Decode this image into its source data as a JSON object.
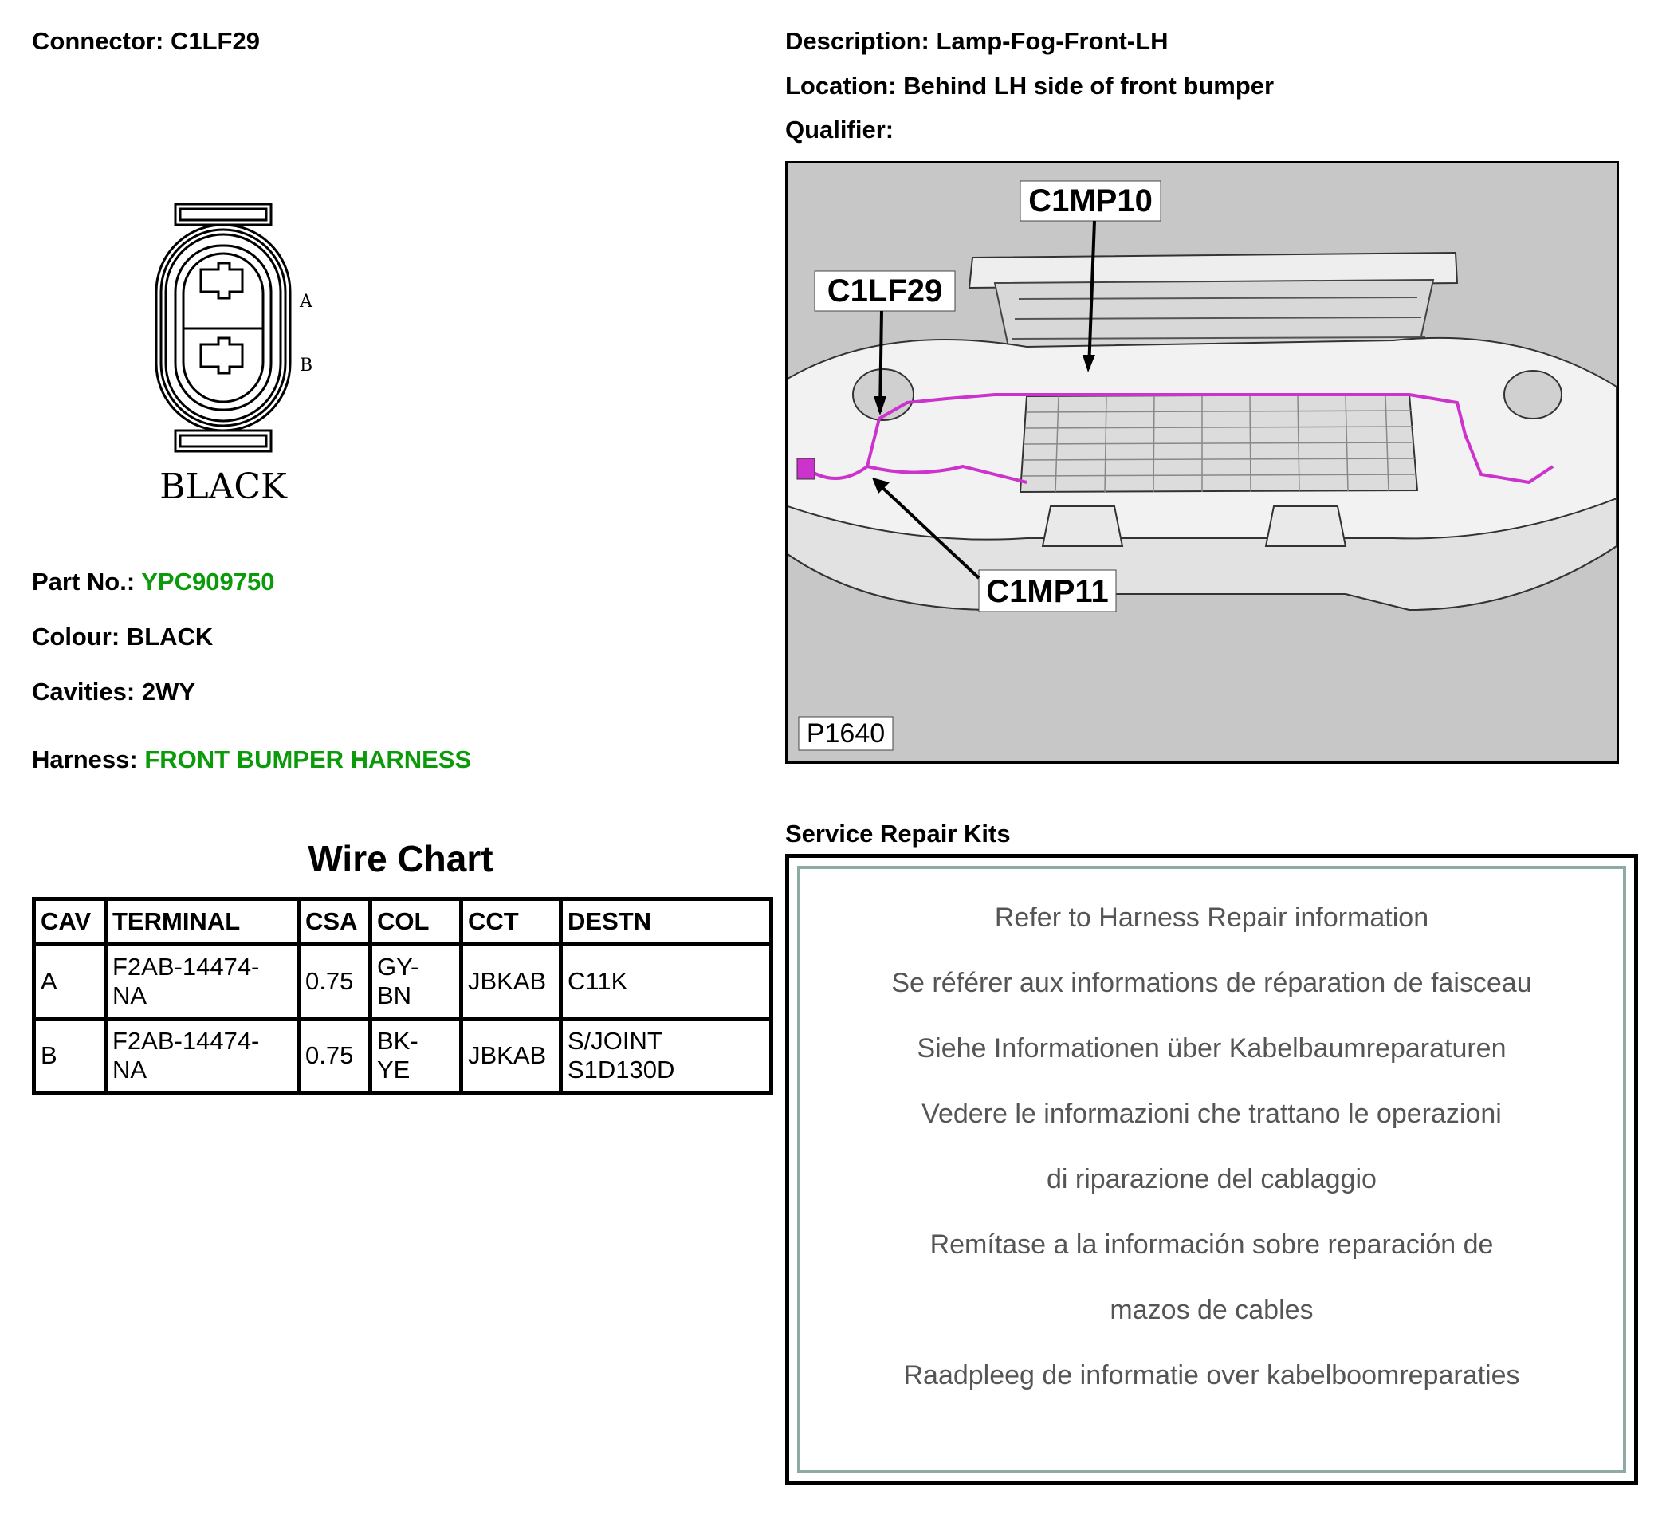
{
  "connector": {
    "label": "Connector:",
    "value": "C1LF29"
  },
  "description": {
    "label": "Description:",
    "value": "Lamp-Fog-Front-LH"
  },
  "location": {
    "label": "Location:",
    "value": "Behind LH side of front bumper"
  },
  "qualifier": {
    "label": "Qualifier:",
    "value": ""
  },
  "drawing": {
    "cavity_a": "A",
    "cavity_b": "B",
    "colour_text": "BLACK"
  },
  "part_no": {
    "label": "Part No.:",
    "value": "YPC909750"
  },
  "colour": {
    "label": "Colour:",
    "value": "BLACK"
  },
  "cavities": {
    "label": "Cavities:",
    "value": "2WY"
  },
  "harness": {
    "label": "Harness:",
    "value": "FRONT BUMPER HARNESS"
  },
  "accent_color": "#0a9a0a",
  "wire_chart": {
    "title": "Wire Chart",
    "headers": [
      "CAV",
      "TERMINAL",
      "CSA",
      "COL",
      "CCT",
      "DESTN"
    ],
    "rows": [
      {
        "cav": "A",
        "terminal_l1": "F2AB-14474-",
        "terminal_l2": "NA",
        "csa": "0.75",
        "col_l1": "GY-",
        "col_l2": "BN",
        "cct": "JBKAB",
        "destn_l1": "C11K",
        "destn_l2": ""
      },
      {
        "cav": "B",
        "terminal_l1": "F2AB-14474-",
        "terminal_l2": "NA",
        "csa": "0.75",
        "col_l1": "BK-",
        "col_l2": "YE",
        "cct": "JBKAB",
        "destn_l1": "S/JOINT",
        "destn_l2": "S1D130D"
      }
    ]
  },
  "location_image": {
    "callouts": [
      "C1MP10",
      "C1LF29",
      "C1MP11"
    ],
    "figure_id": "P1640",
    "harness_color": "#cc33cc"
  },
  "service_kits": {
    "title": "Service Repair Kits",
    "lines": [
      "Refer to Harness Repair information",
      "Se référer aux informations de réparation de faisceau",
      "Siehe Informationen über Kabelbaumreparaturen",
      "Vedere le informazioni che trattano le operazioni",
      "di riparazione del cablaggio",
      "Remítase a la información sobre reparación de",
      "mazos de cables",
      "Raadpleeg de informatie over kabelboomreparaties"
    ]
  }
}
